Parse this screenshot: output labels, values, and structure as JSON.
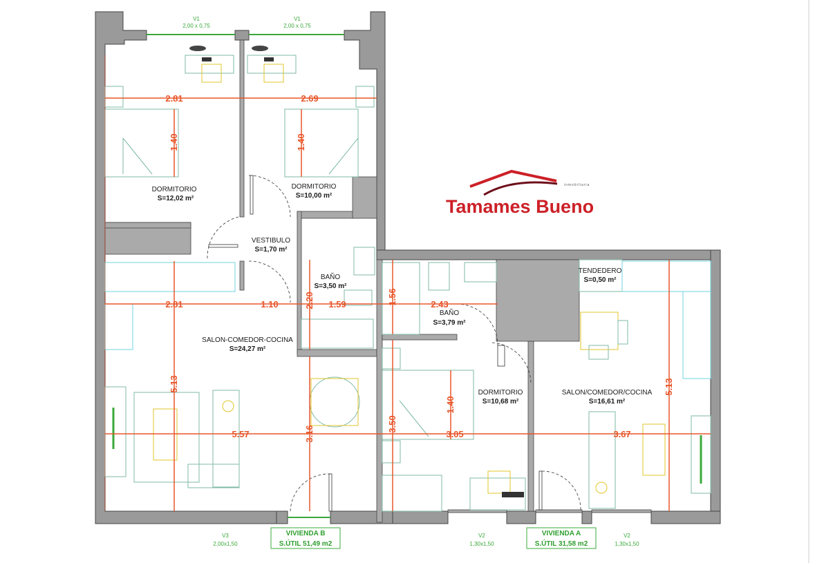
{
  "logo": {
    "name": "Tamames Bueno",
    "tagline": "inmobiliaria",
    "color": "#cc2027"
  },
  "rooms": [
    {
      "id": "dormitorio-1",
      "label": "DORMITORIO",
      "area": "S=12,02 m²"
    },
    {
      "id": "dormitorio-2",
      "label": "DORMITORIO",
      "area": "S=10,00 m²"
    },
    {
      "id": "vestibulo",
      "label": "VESTIBULO",
      "area": "S=1,70 m²"
    },
    {
      "id": "bano-b",
      "label": "BAÑO",
      "area": "S=3,50 m²"
    },
    {
      "id": "salon-b",
      "label": "SALON-COMEDOR-COCINA",
      "area": "S=24,27 m²"
    },
    {
      "id": "bano-a",
      "label": "BAÑO",
      "area": "S=3,79 m²"
    },
    {
      "id": "tendedero",
      "label": "TENDEDERO",
      "area": "S=0,50 m²"
    },
    {
      "id": "dormitorio-3",
      "label": "DORMITORIO",
      "area": "S=10,68 m²"
    },
    {
      "id": "salon-a",
      "label": "SALON/COMEDOR/COCINA",
      "area": "S=16,61 m²"
    }
  ],
  "dimensions": {
    "d281_top": "2.81",
    "d269": "2.69",
    "d140_a": "1.40",
    "d140_b": "1.40",
    "d281_mid": "2.81",
    "d110": "1.10",
    "d220": "2.20",
    "d159": "1.59",
    "d156": "1.56",
    "d243": "2.43",
    "d513_left": "5.13",
    "d557": "5.57",
    "d316": "3.16",
    "d350": "3.50",
    "d140_c": "1.40",
    "d305": "3.05",
    "d367": "3.67",
    "d513_right": "5.13"
  },
  "windows": {
    "v1a_name": "V1",
    "v1a_size": "2,00 x 0,75",
    "v1b_name": "V1",
    "v1b_size": "2,00 x 0,75",
    "v3_name": "V3",
    "v3_size": "2,00x1,50",
    "v2a_name": "V2",
    "v2a_size": "1,30x1,50",
    "v2b_name": "V2",
    "v2b_size": "1,30x1,50"
  },
  "viviendas": {
    "b_title": "VIVIENDA B",
    "b_area": "S.ÚTIL 51,49 m2",
    "a_title": "VIVIENDA A",
    "a_area": "S.ÚTIL 31,58 m2"
  },
  "colors": {
    "dimension": "#e8562a",
    "wall": "#9a9a9a",
    "window_text": "#3aa83a"
  }
}
